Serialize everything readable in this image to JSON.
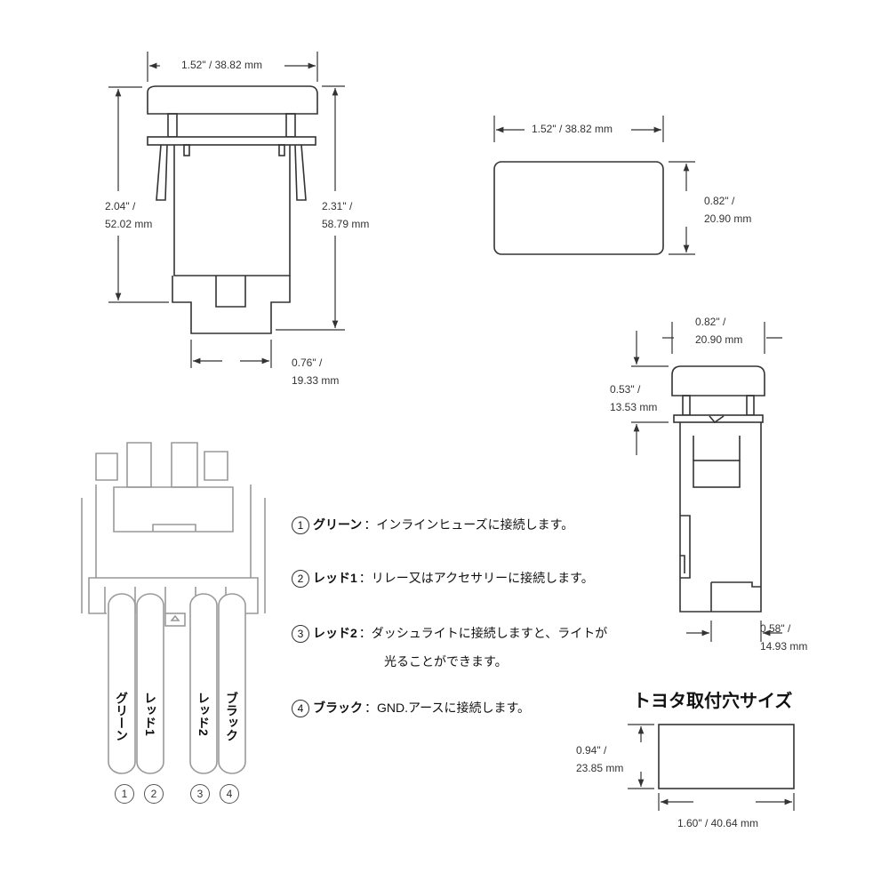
{
  "front_view": {
    "width_dim": "1.52\" / 38.82 mm",
    "height_left_dim": [
      "2.04\" /",
      "52.02 mm"
    ],
    "height_right_dim": [
      "2.31\" /",
      "58.79 mm"
    ],
    "base_width_dim": [
      "0.76\" /",
      "19.33 mm"
    ]
  },
  "top_view": {
    "width_dim": "1.52\" / 38.82 mm",
    "height_dim": [
      "0.82\" /",
      "20.90 mm"
    ]
  },
  "side_view": {
    "top_width_dim": [
      "0.82\" /",
      "20.90 mm"
    ],
    "cap_height_dim": [
      "0.53\" /",
      "13.53 mm"
    ],
    "base_width_dim": [
      "0.58\" /",
      "14.93 mm"
    ]
  },
  "wiring": {
    "items": [
      {
        "num": "1",
        "color": "グリーン",
        "desc": "：インラインヒューズに接続します。",
        "desc2": ""
      },
      {
        "num": "2",
        "color": "レッド1",
        "desc": "：リレー又はアクセサリーに接続します。",
        "desc2": ""
      },
      {
        "num": "3",
        "color": "レッド2",
        "desc": "：ダッシュライトに接続しますと、ライトが",
        "desc2": "光ることができます。"
      },
      {
        "num": "4",
        "color": "ブラック",
        "desc": "：GND.アースに接続します。",
        "desc2": ""
      }
    ],
    "wire_labels": [
      "グリーン",
      "レッド1",
      "レッド2",
      "ブラック"
    ],
    "wire_numbers": [
      "1",
      "2",
      "3",
      "4"
    ]
  },
  "toyota_hole": {
    "title": "トヨタ取付穴サイズ",
    "height_dim": [
      "0.94\" /",
      "23.85 mm"
    ],
    "width_dim": "1.60\" / 40.64 mm"
  }
}
